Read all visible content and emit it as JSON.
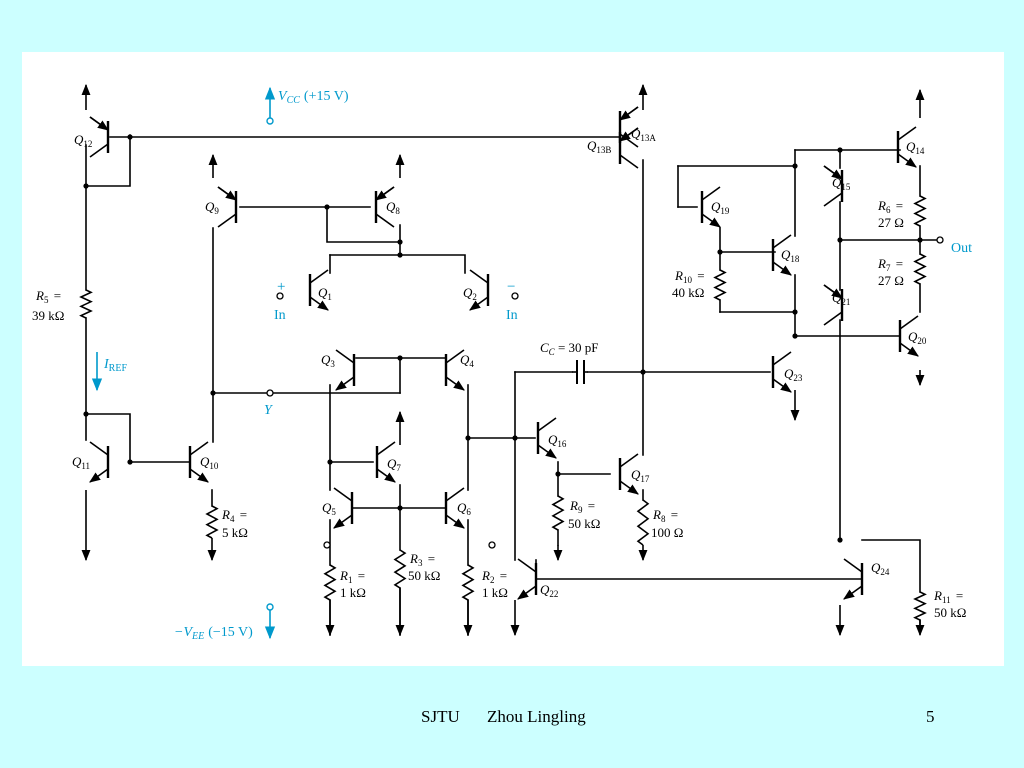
{
  "footer": {
    "org": "SJTU",
    "author": "Zhou Lingling",
    "page": "5"
  },
  "colors": {
    "background": "#ccffff",
    "panel": "#ffffff",
    "wire": "#000000",
    "annotation": "#0099cc"
  },
  "annotations": {
    "vcc_sym": "V",
    "vcc_sub": "CC",
    "vcc_val": "(+15 V)",
    "vee_sym": "−V",
    "vee_sub": "EE",
    "vee_val": "(−15 V)",
    "iref_sym": "I",
    "iref_sub": "REF",
    "in_plus_sign": "+",
    "in_plus": "In",
    "in_minus_sign": "−",
    "in_minus": "In",
    "out": "Out",
    "y_node": "Y"
  },
  "transistors": [
    {
      "sym": "Q",
      "sub": "12"
    },
    {
      "sym": "Q",
      "sub": "13A"
    },
    {
      "sym": "Q",
      "sub": "13B"
    },
    {
      "sym": "Q",
      "sub": "14"
    },
    {
      "sym": "Q",
      "sub": "15"
    },
    {
      "sym": "Q",
      "sub": "19"
    },
    {
      "sym": "Q",
      "sub": "9"
    },
    {
      "sym": "Q",
      "sub": "8"
    },
    {
      "sym": "Q",
      "sub": "18"
    },
    {
      "sym": "Q",
      "sub": "1"
    },
    {
      "sym": "Q",
      "sub": "2"
    },
    {
      "sym": "Q",
      "sub": "21"
    },
    {
      "sym": "Q",
      "sub": "20"
    },
    {
      "sym": "Q",
      "sub": "3"
    },
    {
      "sym": "Q",
      "sub": "4"
    },
    {
      "sym": "Q",
      "sub": "23"
    },
    {
      "sym": "Q",
      "sub": "16"
    },
    {
      "sym": "Q",
      "sub": "11"
    },
    {
      "sym": "Q",
      "sub": "10"
    },
    {
      "sym": "Q",
      "sub": "7"
    },
    {
      "sym": "Q",
      "sub": "17"
    },
    {
      "sym": "Q",
      "sub": "5"
    },
    {
      "sym": "Q",
      "sub": "6"
    },
    {
      "sym": "Q",
      "sub": "22"
    },
    {
      "sym": "Q",
      "sub": "24"
    }
  ],
  "resistors": [
    {
      "sym": "R",
      "sub": "5",
      "value": "39 kΩ"
    },
    {
      "sym": "R",
      "sub": "6",
      "value": "27 Ω"
    },
    {
      "sym": "R",
      "sub": "7",
      "value": "27 Ω"
    },
    {
      "sym": "R",
      "sub": "10",
      "value": "40 kΩ"
    },
    {
      "sym": "R",
      "sub": "4",
      "value": "5 kΩ"
    },
    {
      "sym": "R",
      "sub": "9",
      "value": "50 kΩ"
    },
    {
      "sym": "R",
      "sub": "8",
      "value": "100 Ω"
    },
    {
      "sym": "R",
      "sub": "3",
      "value": "50 kΩ"
    },
    {
      "sym": "R",
      "sub": "1",
      "value": "1 kΩ"
    },
    {
      "sym": "R",
      "sub": "2",
      "value": "1 kΩ"
    },
    {
      "sym": "R",
      "sub": "11",
      "value": "50 kΩ"
    }
  ],
  "capacitor": {
    "sym": "C",
    "sub": "C",
    "value": "30 pF"
  }
}
